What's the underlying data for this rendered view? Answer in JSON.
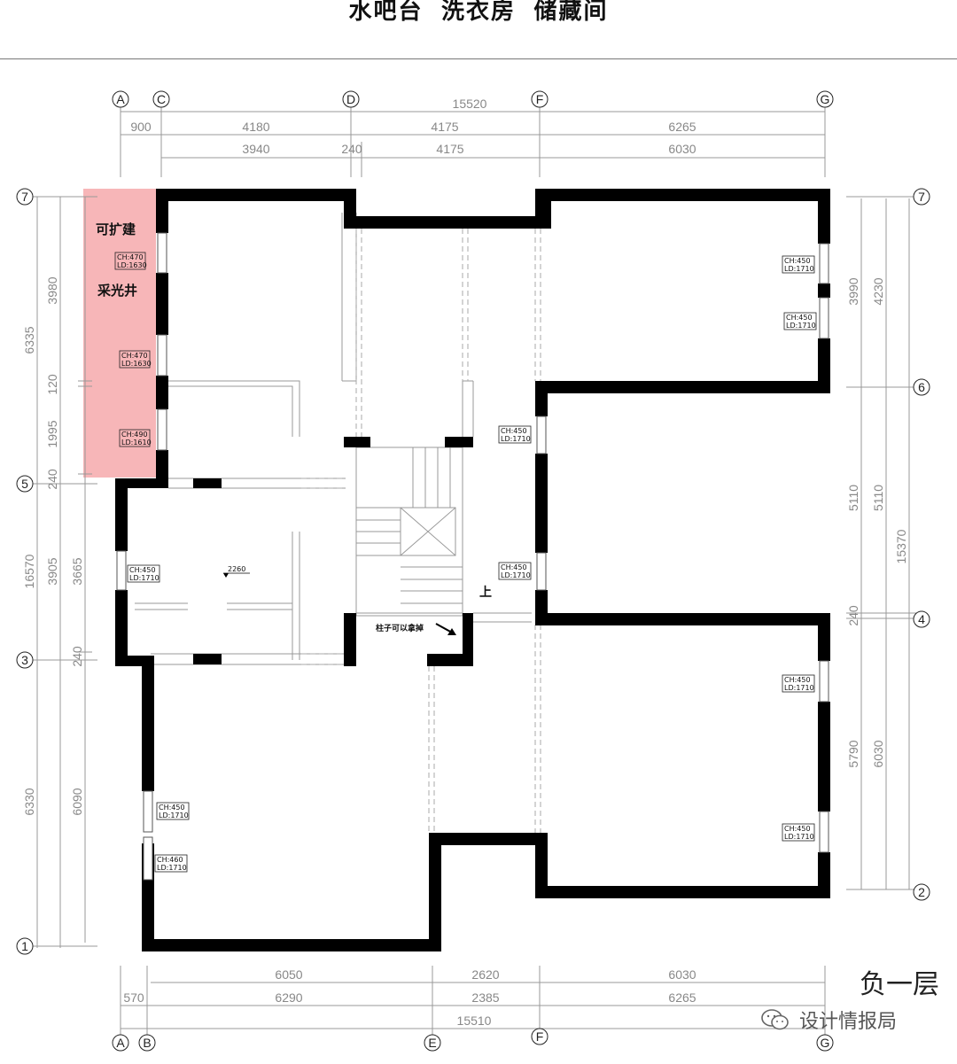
{
  "title": {
    "parts": [
      "水吧台",
      "洗衣房",
      "储藏间"
    ]
  },
  "floor_label": "负一层",
  "watermark": {
    "text": "设计情报局",
    "icon": "wechat-icon"
  },
  "colors": {
    "wall": "#000000",
    "highlight": "#f7b6b8",
    "dim_line": "#999999"
  },
  "axes": {
    "top": [
      "A",
      "C",
      "D",
      "F",
      "G"
    ],
    "bottom": [
      "A",
      "B",
      "E",
      "F",
      "G"
    ],
    "left": [
      "7",
      "5",
      "3",
      "1"
    ],
    "right": [
      "7",
      "6",
      "4",
      "2"
    ]
  },
  "dims": {
    "top_total": "15520",
    "top_row1": [
      "900",
      "4180",
      "4175",
      "6265"
    ],
    "top_row2": [
      "3940",
      "240",
      "4175",
      "6030"
    ],
    "bottom_row1": [
      "6050",
      "2620",
      "6030"
    ],
    "bottom_row2": [
      "570",
      "6290",
      "2385",
      "6265"
    ],
    "bottom_total": "15510",
    "left_outer": [
      "6335",
      "16570",
      "6330"
    ],
    "left_inner": [
      "3980",
      "120",
      "1995",
      "240",
      "3905",
      "3665",
      "240",
      "6090"
    ],
    "right_inner": [
      "3990",
      "5110",
      "240",
      "5790"
    ],
    "right_mid": [
      "4230",
      "5110",
      "6030"
    ],
    "right_total": "15370"
  },
  "labels": {
    "expandable": "可扩建",
    "lightwell": "采光井",
    "column_note": "柱子可以拿掉",
    "stair_up": "上",
    "level": "2260"
  },
  "windows": [
    {
      "ch": "CH:470",
      "ld": "LD:1630"
    },
    {
      "ch": "CH:470",
      "ld": "LD:1630"
    },
    {
      "ch": "CH:490",
      "ld": "LD:1610"
    },
    {
      "ch": "CH:450",
      "ld": "LD:1710"
    },
    {
      "ch": "CH:450",
      "ld": "LD:1710"
    },
    {
      "ch": "CH:450",
      "ld": "LD:1710"
    },
    {
      "ch": "CH:450",
      "ld": "LD:1710"
    },
    {
      "ch": "CH:450",
      "ld": "LD:1710"
    },
    {
      "ch": "CH:450",
      "ld": "LD:1710"
    },
    {
      "ch": "CH:450",
      "ld": "LD:1710"
    },
    {
      "ch": "CH:450",
      "ld": "LD:1710"
    },
    {
      "ch": "CH:460",
      "ld": "LD:1710"
    }
  ]
}
